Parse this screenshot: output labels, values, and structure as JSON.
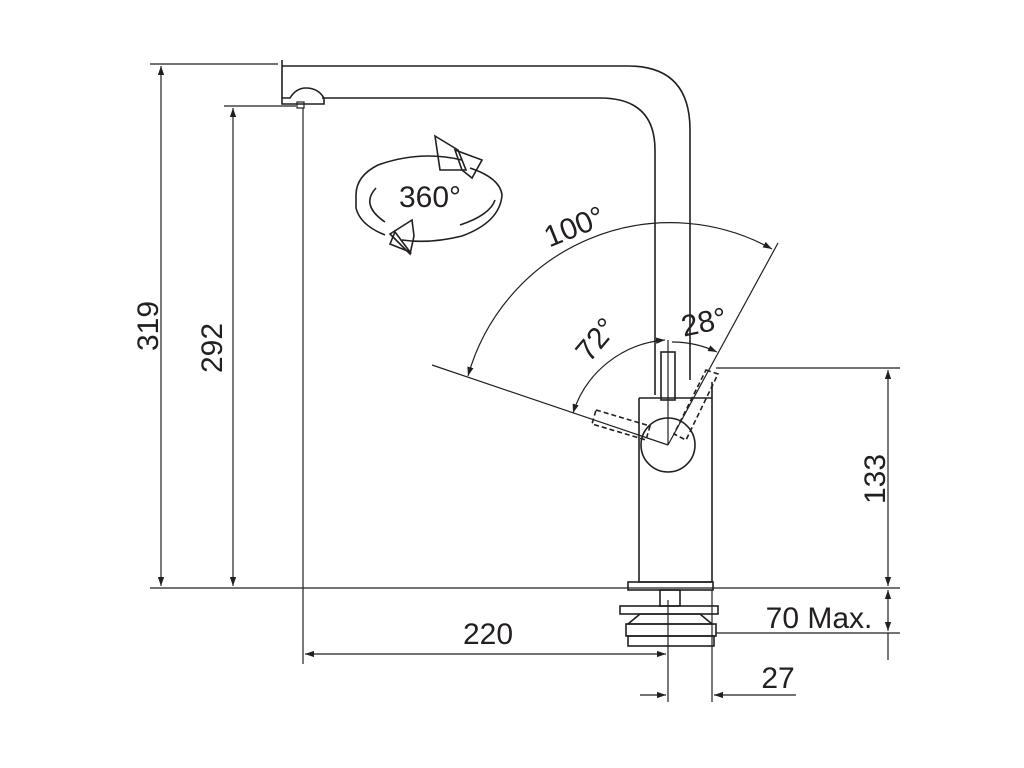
{
  "labels": {
    "total_height": "319",
    "spout_height": "292",
    "rotation": "360°",
    "lever_swing": "100°",
    "lever_back": "72°",
    "lever_forward": "28°",
    "body_height": "133",
    "reach": "220",
    "deck_thickness": "70 Max.",
    "body_diameter": "27"
  },
  "colors": {
    "stroke": "#231f20",
    "background": "#ffffff"
  }
}
